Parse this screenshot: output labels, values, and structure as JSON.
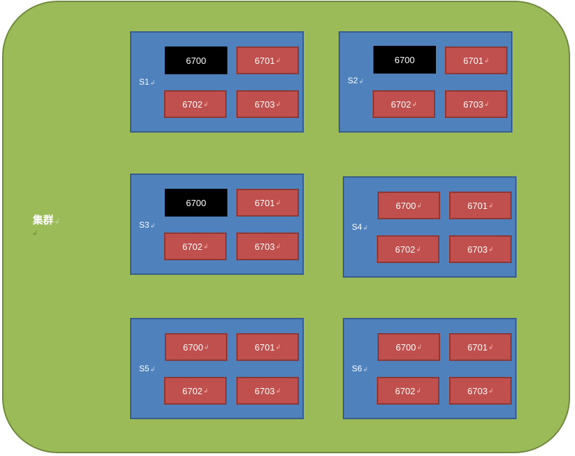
{
  "cluster": {
    "label": "集群"
  },
  "servers": [
    {
      "label": "S1",
      "ports": [
        {
          "number": "6700",
          "active": true
        },
        {
          "number": "6701",
          "active": false
        },
        {
          "number": "6702",
          "active": false
        },
        {
          "number": "6703",
          "active": false
        }
      ]
    },
    {
      "label": "S2",
      "ports": [
        {
          "number": "6700",
          "active": true
        },
        {
          "number": "6701",
          "active": false
        },
        {
          "number": "6702",
          "active": false
        },
        {
          "number": "6703",
          "active": false
        }
      ]
    },
    {
      "label": "S3",
      "ports": [
        {
          "number": "6700",
          "active": true
        },
        {
          "number": "6701",
          "active": false
        },
        {
          "number": "6702",
          "active": false
        },
        {
          "number": "6703",
          "active": false
        }
      ]
    },
    {
      "label": "S4",
      "ports": [
        {
          "number": "6700",
          "active": false
        },
        {
          "number": "6701",
          "active": false
        },
        {
          "number": "6702",
          "active": false
        },
        {
          "number": "6703",
          "active": false
        }
      ]
    },
    {
      "label": "S5",
      "ports": [
        {
          "number": "6700",
          "active": false
        },
        {
          "number": "6701",
          "active": false
        },
        {
          "number": "6702",
          "active": false
        },
        {
          "number": "6703",
          "active": false
        }
      ]
    },
    {
      "label": "S6",
      "ports": [
        {
          "number": "6700",
          "active": false
        },
        {
          "number": "6701",
          "active": false
        },
        {
          "number": "6702",
          "active": false
        },
        {
          "number": "6703",
          "active": false
        }
      ]
    }
  ],
  "colors": {
    "cluster_fill": "#9bbb59",
    "server_fill": "#4f81bd",
    "port_fill": "#c0504d",
    "active_port_fill": "#000000"
  }
}
